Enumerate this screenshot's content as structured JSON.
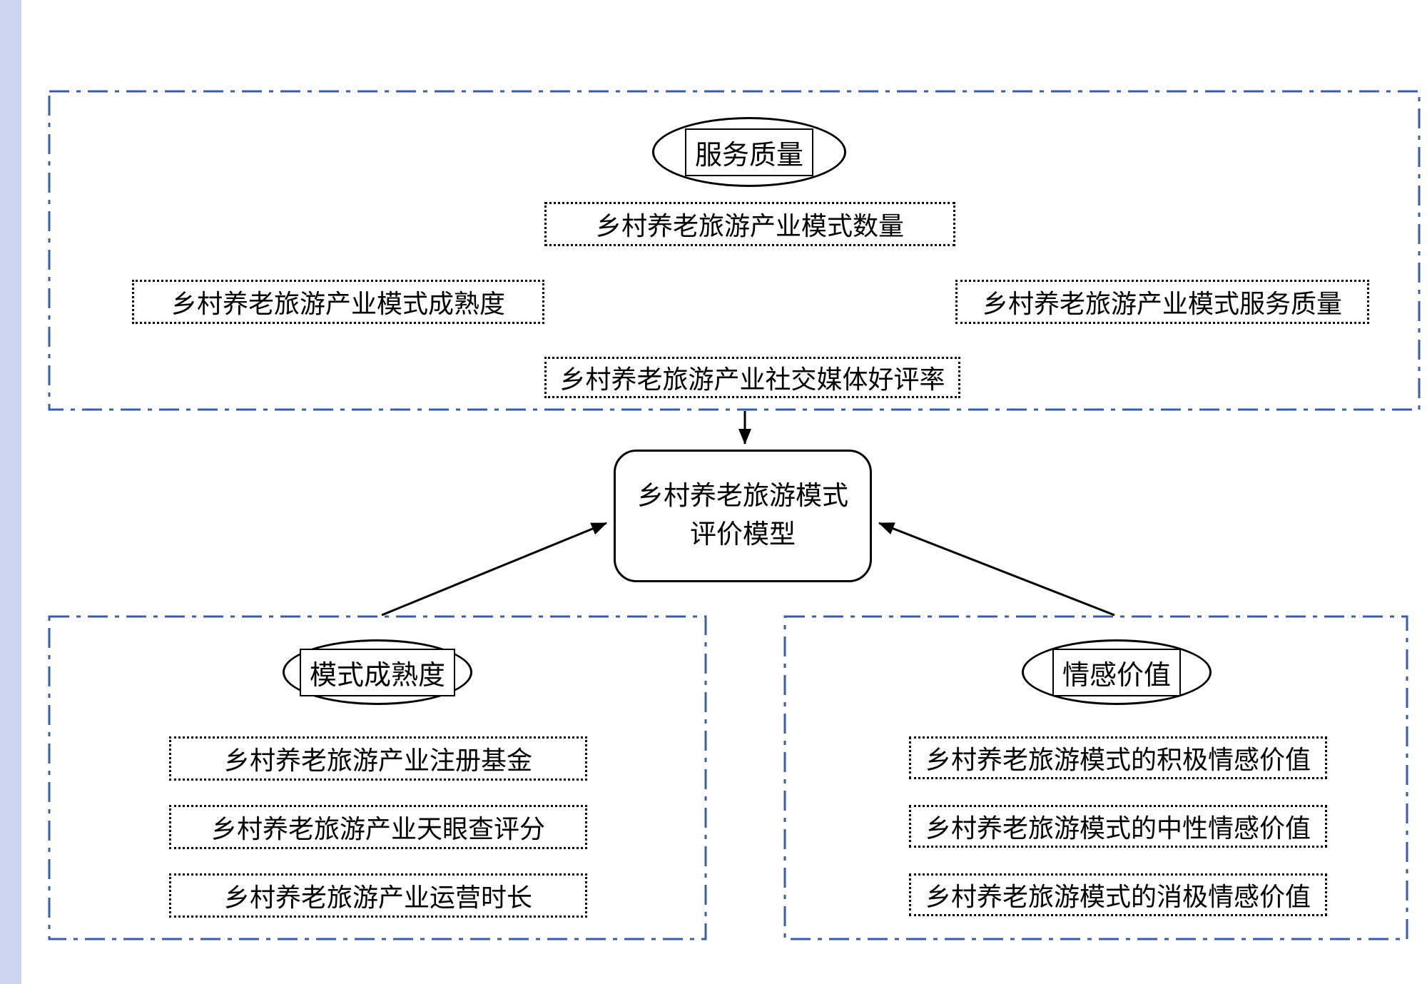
{
  "colors": {
    "frame_border": "#3a5da8",
    "node_border": "#000000",
    "page_strip": "#ccd5f0",
    "background": "#ffffff"
  },
  "center_node": {
    "line1": "乡村养老旅游模式",
    "line2": "评价模型"
  },
  "groups": {
    "service_quality": {
      "title": "服务质量",
      "items": [
        "乡村养老旅游产业模式数量",
        "乡村养老旅游产业模式成熟度",
        "乡村养老旅游产业模式服务质量",
        "乡村养老旅游产业社交媒体好评率"
      ]
    },
    "mode_maturity": {
      "title": "模式成熟度",
      "items": [
        "乡村养老旅游产业注册基金",
        "乡村养老旅游产业天眼查评分",
        "乡村养老旅游产业运营时长"
      ]
    },
    "emotional_value": {
      "title": "情感价值",
      "items": [
        "乡村养老旅游模式的积极情感价值",
        "乡村养老旅游模式的中性情感价值",
        "乡村养老旅游模式的消极情感价值"
      ]
    }
  }
}
